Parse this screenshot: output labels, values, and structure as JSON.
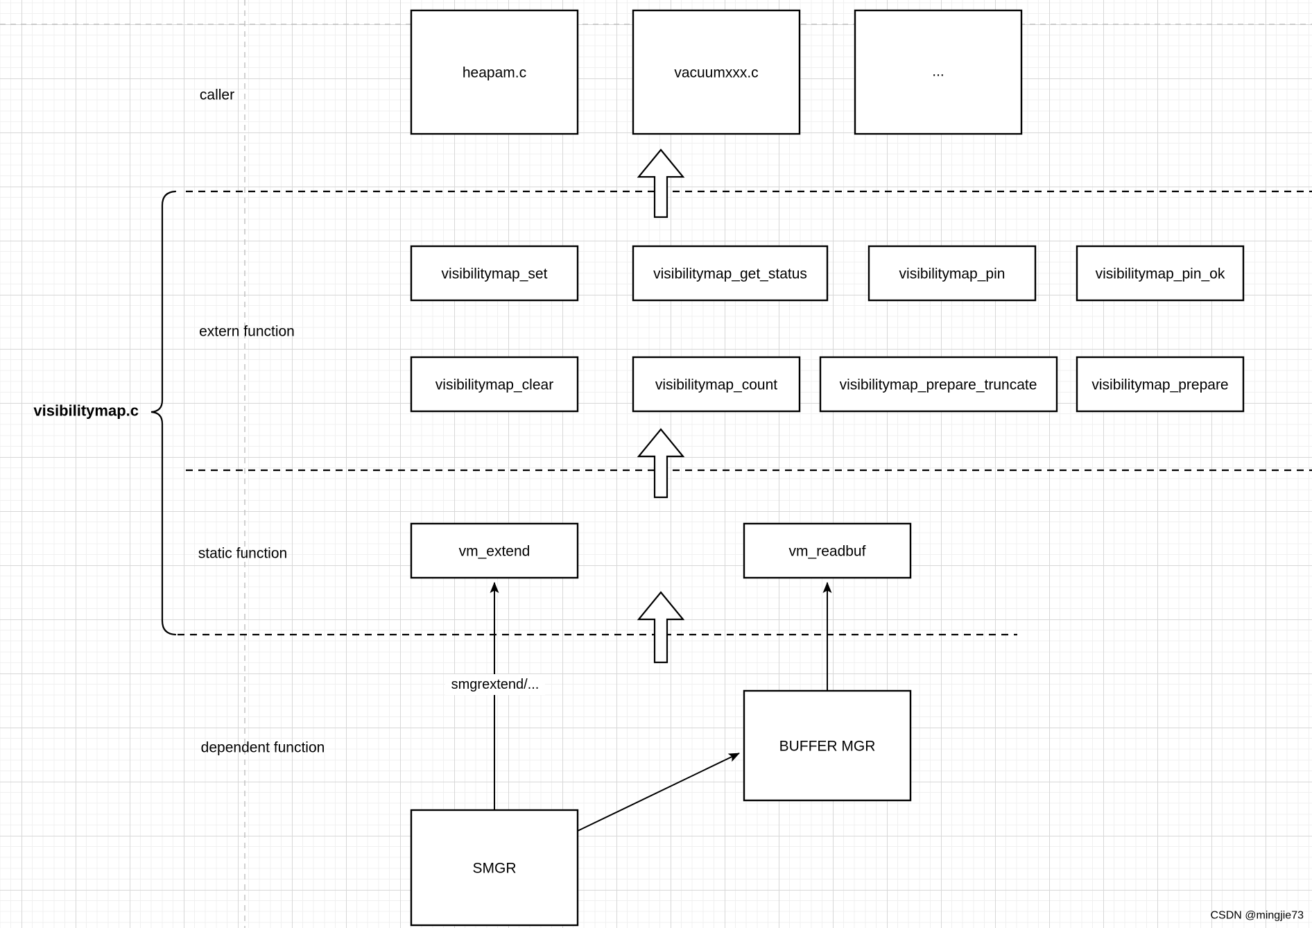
{
  "module": {
    "label": "visibilitymap.c"
  },
  "layers": {
    "caller": {
      "label": "caller"
    },
    "extern": {
      "label": "extern function"
    },
    "static": {
      "label": "static function"
    },
    "dependent": {
      "label": "dependent function"
    }
  },
  "caller_boxes": [
    {
      "label": "heapam.c"
    },
    {
      "label": "vacuumxxx.c"
    },
    {
      "label": "..."
    }
  ],
  "extern_row1": [
    {
      "label": "visibilitymap_set"
    },
    {
      "label": "visibilitymap_get_status"
    },
    {
      "label": "visibilitymap_pin"
    },
    {
      "label": "visibilitymap_pin_ok"
    }
  ],
  "extern_row2": [
    {
      "label": "visibilitymap_clear"
    },
    {
      "label": "visibilitymap_count"
    },
    {
      "label": "visibilitymap_prepare_truncate"
    },
    {
      "label": "visibilitymap_prepare"
    }
  ],
  "static_boxes": [
    {
      "label": "vm_extend"
    },
    {
      "label": "vm_readbuf"
    }
  ],
  "dependent_boxes": [
    {
      "label": "BUFFER MGR"
    },
    {
      "label": "SMGR"
    }
  ],
  "edges": {
    "smgr_to_vm_extend_label": "smgrextend/..."
  },
  "watermark": {
    "text": "CSDN @mingjie73"
  },
  "colors": {
    "box_fill": "#ffffff",
    "box_stroke": "#000000",
    "text": "#000000",
    "grid_minor": "#f0f0f0",
    "grid_major": "#d7d7d7",
    "page_guide": "#b9b9b9",
    "separator": "#000000",
    "watermark": "#b5b5b5"
  }
}
